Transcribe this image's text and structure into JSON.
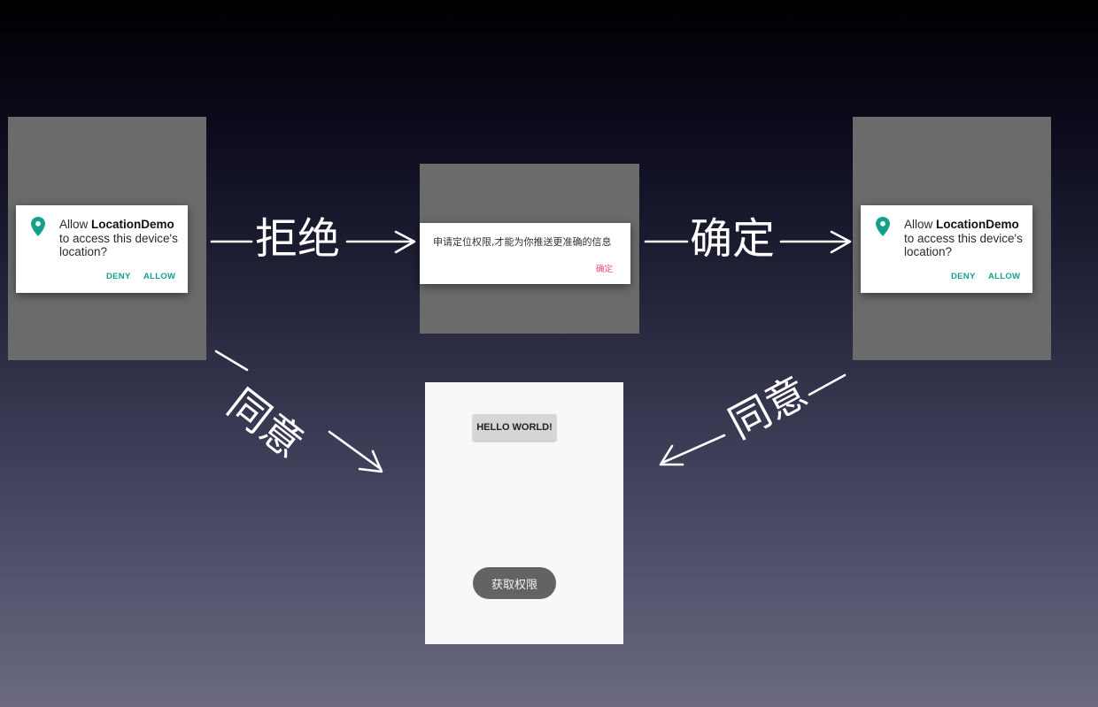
{
  "permission_dialog": {
    "allow_word": "Allow",
    "app_name": "LocationDemo",
    "message_rest": "to access this device's location?",
    "deny_label": "DENY",
    "allow_label": "ALLOW"
  },
  "rationale_dialog": {
    "message": "申请定位权限,才能为你推送更准确的信息",
    "confirm_label": "确定"
  },
  "arrows": {
    "deny": "拒绝",
    "confirm": "确定",
    "agree_left": "同意",
    "agree_right": "同意"
  },
  "main_screen": {
    "hello_button": "HELLO WORLD!",
    "get_permission_button": "获取权限"
  },
  "colors": {
    "accent": "#15a08e",
    "confirm_pink": "#e9467b",
    "screen_gray": "#6b6b6b"
  }
}
